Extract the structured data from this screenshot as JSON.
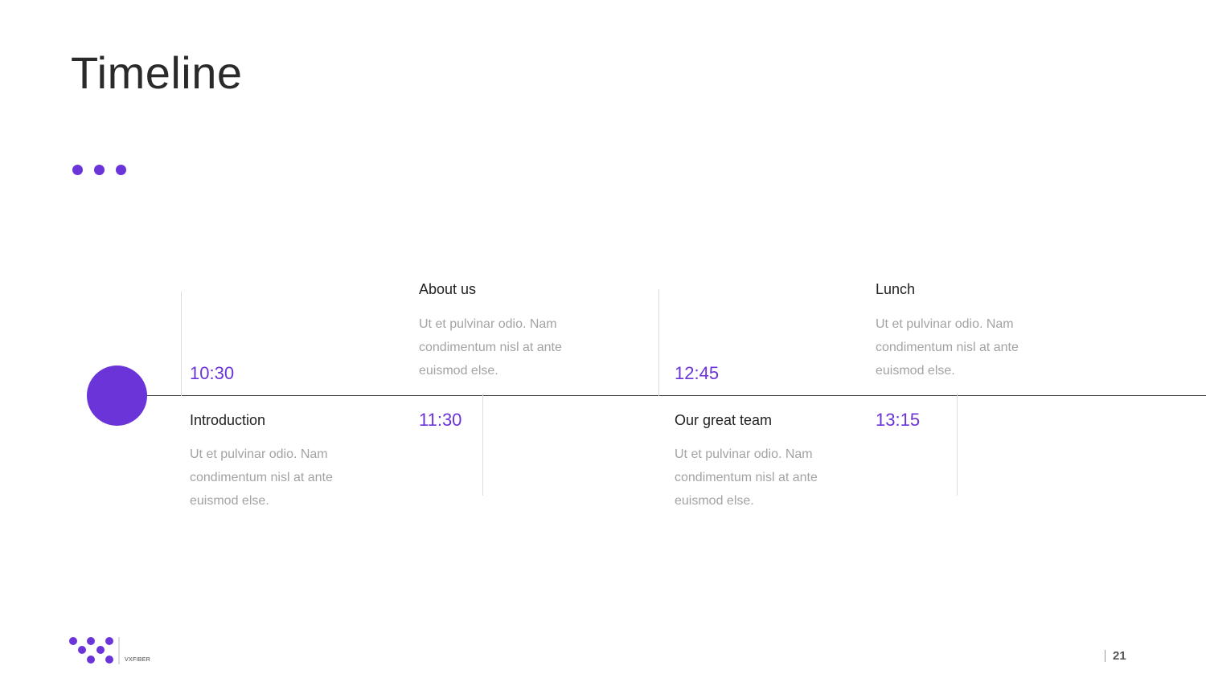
{
  "slide": {
    "title": "Timeline",
    "page_number": "21",
    "brand": "VXFIBER",
    "accent_color": "#6a34d8"
  },
  "timeline": {
    "events": [
      {
        "time": "10:30",
        "heading": "Introduction",
        "description": "Ut et pulvinar odio. Nam condimentum nisl at ante euismod else."
      },
      {
        "time": "11:30",
        "heading": "About us",
        "description": "Ut et pulvinar odio. Nam condimentum nisl at ante euismod else."
      },
      {
        "time": "12:45",
        "heading": "Our great team",
        "description": "Ut et pulvinar odio. Nam condimentum nisl at ante euismod else."
      },
      {
        "time": "13:15",
        "heading": "Lunch",
        "description": "Ut et pulvinar odio. Nam condimentum nisl at ante euismod else."
      }
    ]
  }
}
